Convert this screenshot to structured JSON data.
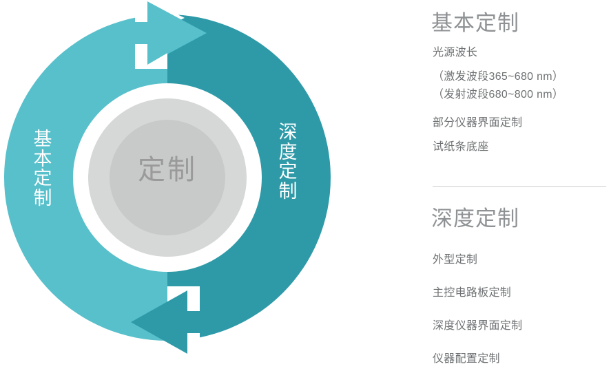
{
  "diagram": {
    "type": "circular-cycle",
    "center_label": "定制",
    "segments": [
      {
        "name": "basic",
        "label": "基本\n定制",
        "color": "#57c0cb"
      },
      {
        "name": "deep",
        "label": "深度\n定制",
        "color": "#2e9aa8"
      }
    ],
    "inner_ring_color": "#d6d7d7",
    "inner_disc_color": "#c8c9c9",
    "center_text_color": "#9a9a9a"
  },
  "panel": {
    "basic": {
      "heading": "基本定制",
      "lines": [
        "光源波长",
        "（激发波段365~680 nm）",
        "（发射波段680~800 nm）",
        "部分仪器界面定制",
        "试纸条底座"
      ]
    },
    "deep": {
      "heading": "深度定制",
      "lines": [
        "外型定制",
        "主控电路板定制",
        "深度仪器界面定制",
        "仪器配置定制"
      ]
    }
  },
  "colors": {
    "teal_light": "#57c0cb",
    "teal_dark": "#2e9aa8",
    "heading_gray": "#8f9294",
    "body_gray": "#6e7173",
    "divider_gray": "#c9cbcc"
  }
}
